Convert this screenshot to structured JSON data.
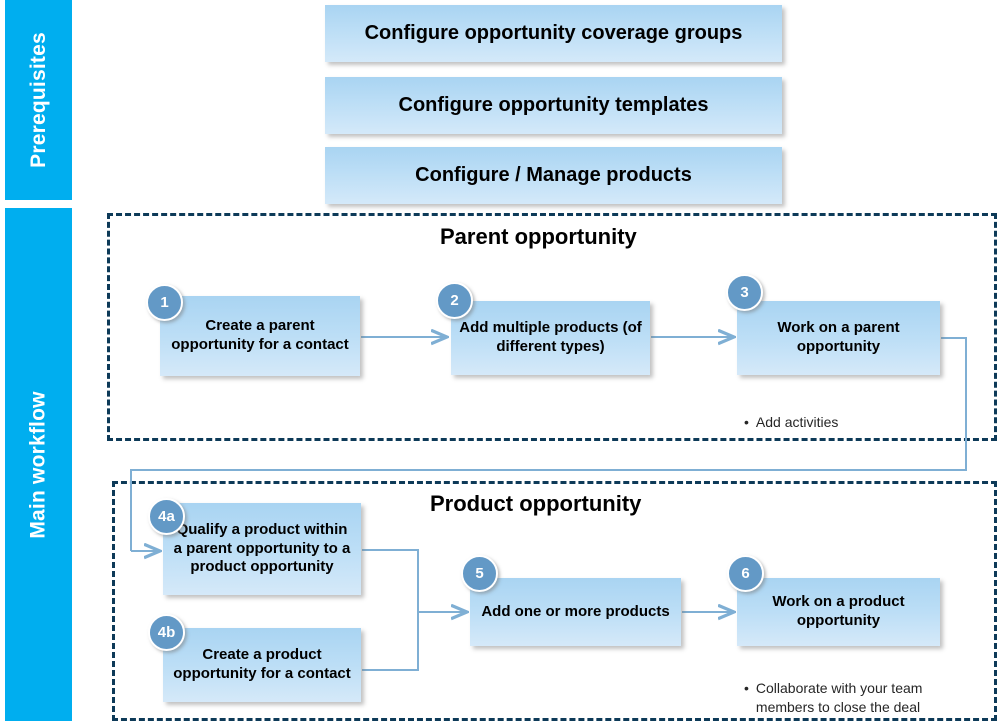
{
  "phases": [
    {
      "id": "prerequisites",
      "label": "Prerequisites"
    },
    {
      "id": "main-workflow",
      "label": "Main workflow"
    }
  ],
  "prerequisites": {
    "boxes": [
      {
        "label": "Configure opportunity coverage groups"
      },
      {
        "label": "Configure opportunity templates"
      },
      {
        "label": "Configure / Manage products"
      }
    ]
  },
  "groups": [
    {
      "id": "parent-opportunity",
      "title": "Parent opportunity"
    },
    {
      "id": "product-opportunity",
      "title": "Product opportunity"
    }
  ],
  "steps": [
    {
      "number": "1",
      "label": "Create a parent opportunity for a contact"
    },
    {
      "number": "2",
      "label": "Add multiple products (of different types)"
    },
    {
      "number": "3",
      "label": "Work on a parent opportunity"
    },
    {
      "number": "4a",
      "label": "Qualify a product within a parent opportunity to a product opportunity"
    },
    {
      "number": "4b",
      "label": "Create a product opportunity for a contact"
    },
    {
      "number": "5",
      "label": "Add one or more products"
    },
    {
      "number": "6",
      "label": "Work on a product opportunity"
    }
  ],
  "notes": [
    {
      "id": "parent-note",
      "bullet": "•",
      "text": "Add activities"
    },
    {
      "id": "product-note",
      "bullet": "•",
      "text": "Collaborate with your team members to close the deal"
    }
  ],
  "colors": {
    "phase_bar": "#00AEEF",
    "group_border": "#0d3a58",
    "badge": "#6399c6",
    "connector": "#7FAFD4",
    "box_top": "#a9d4f2",
    "box_bottom": "#d5e9f9"
  }
}
